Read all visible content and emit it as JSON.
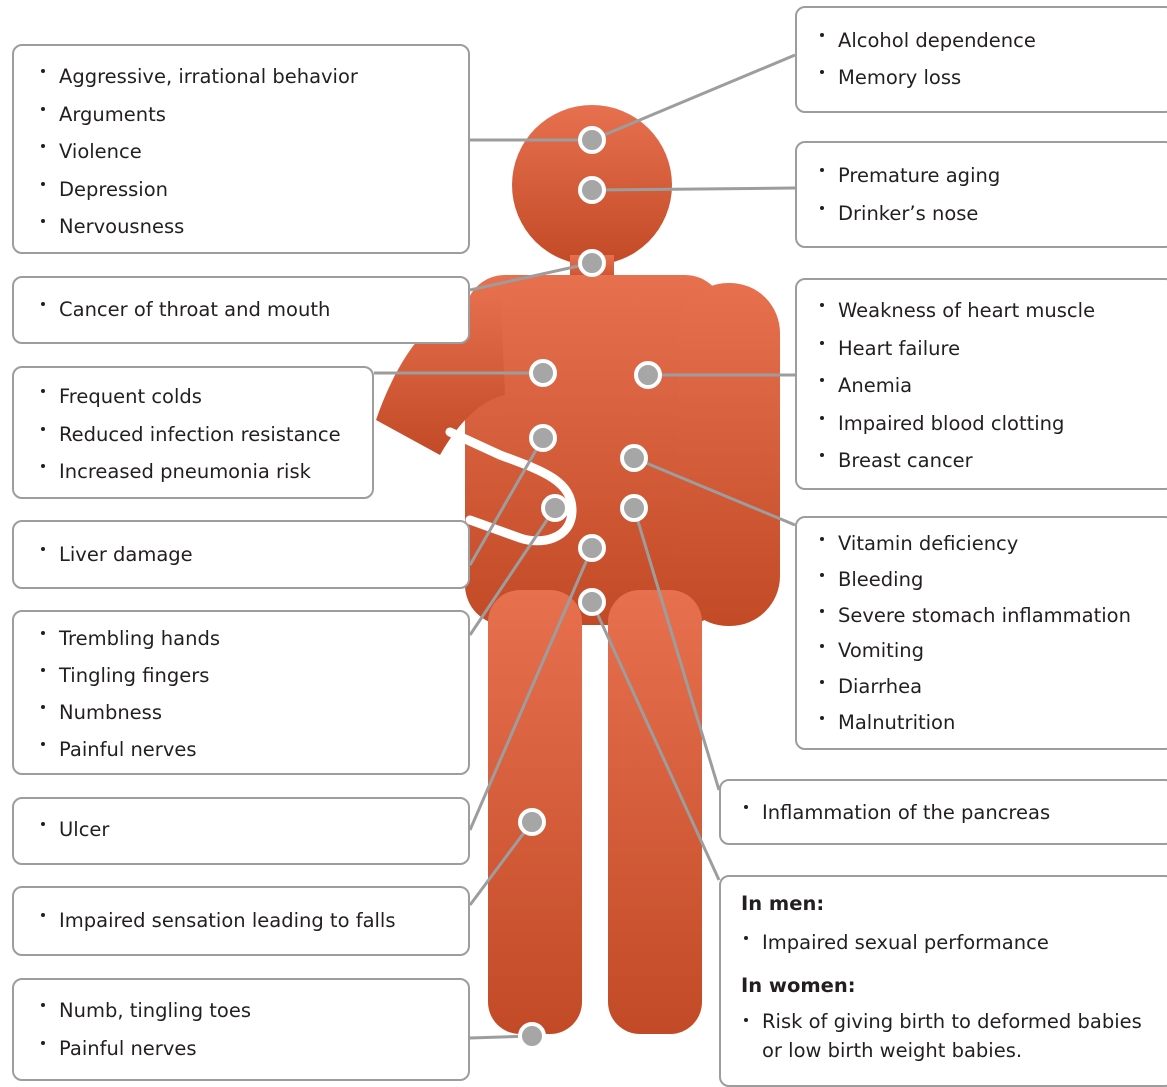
{
  "callouts": {
    "mind": [
      "Aggressive, irrational behavior",
      "Arguments",
      "Violence",
      "Depression",
      "Nervousness"
    ],
    "brain": [
      "Alcohol dependence",
      "Memory loss"
    ],
    "face": [
      "Premature aging",
      "Drinker’s nose"
    ],
    "throat": [
      "Cancer of throat and mouth"
    ],
    "heart": [
      "Weakness of heart muscle",
      "Heart failure",
      "Anemia",
      "Impaired blood clotting",
      "Breast cancer"
    ],
    "immune": [
      "Frequent colds",
      "Reduced infection resistance",
      "Increased pneumonia risk"
    ],
    "stomach": [
      "Vitamin deficiency",
      "Bleeding",
      "Severe stomach inflammation",
      "Vomiting",
      "Diarrhea",
      "Malnutrition"
    ],
    "liver": [
      "Liver damage"
    ],
    "nerves": [
      "Trembling hands",
      "Tingling fingers",
      "Numbness",
      "Painful nerves"
    ],
    "pancreas": [
      "Inflammation of the pancreas"
    ],
    "ulcer": [
      "Ulcer"
    ],
    "legs": [
      "Impaired sensation leading to falls"
    ],
    "feet": [
      "Numb, tingling toes",
      "Painful nerves"
    ],
    "reproductive": {
      "men_heading": "In men:",
      "men_items": [
        "Impaired sexual performance"
      ],
      "women_heading": "In women:",
      "women_items": [
        "Risk of giving birth to deformed babies or low birth weight babies."
      ]
    }
  },
  "colors": {
    "body_top": "#e7704f",
    "body_bottom": "#c24a26",
    "marker_fill": "#a6a6a6",
    "marker_ring": "#ffffff",
    "connector": "#9d9d9d",
    "box_border": "#9d9d9d"
  }
}
